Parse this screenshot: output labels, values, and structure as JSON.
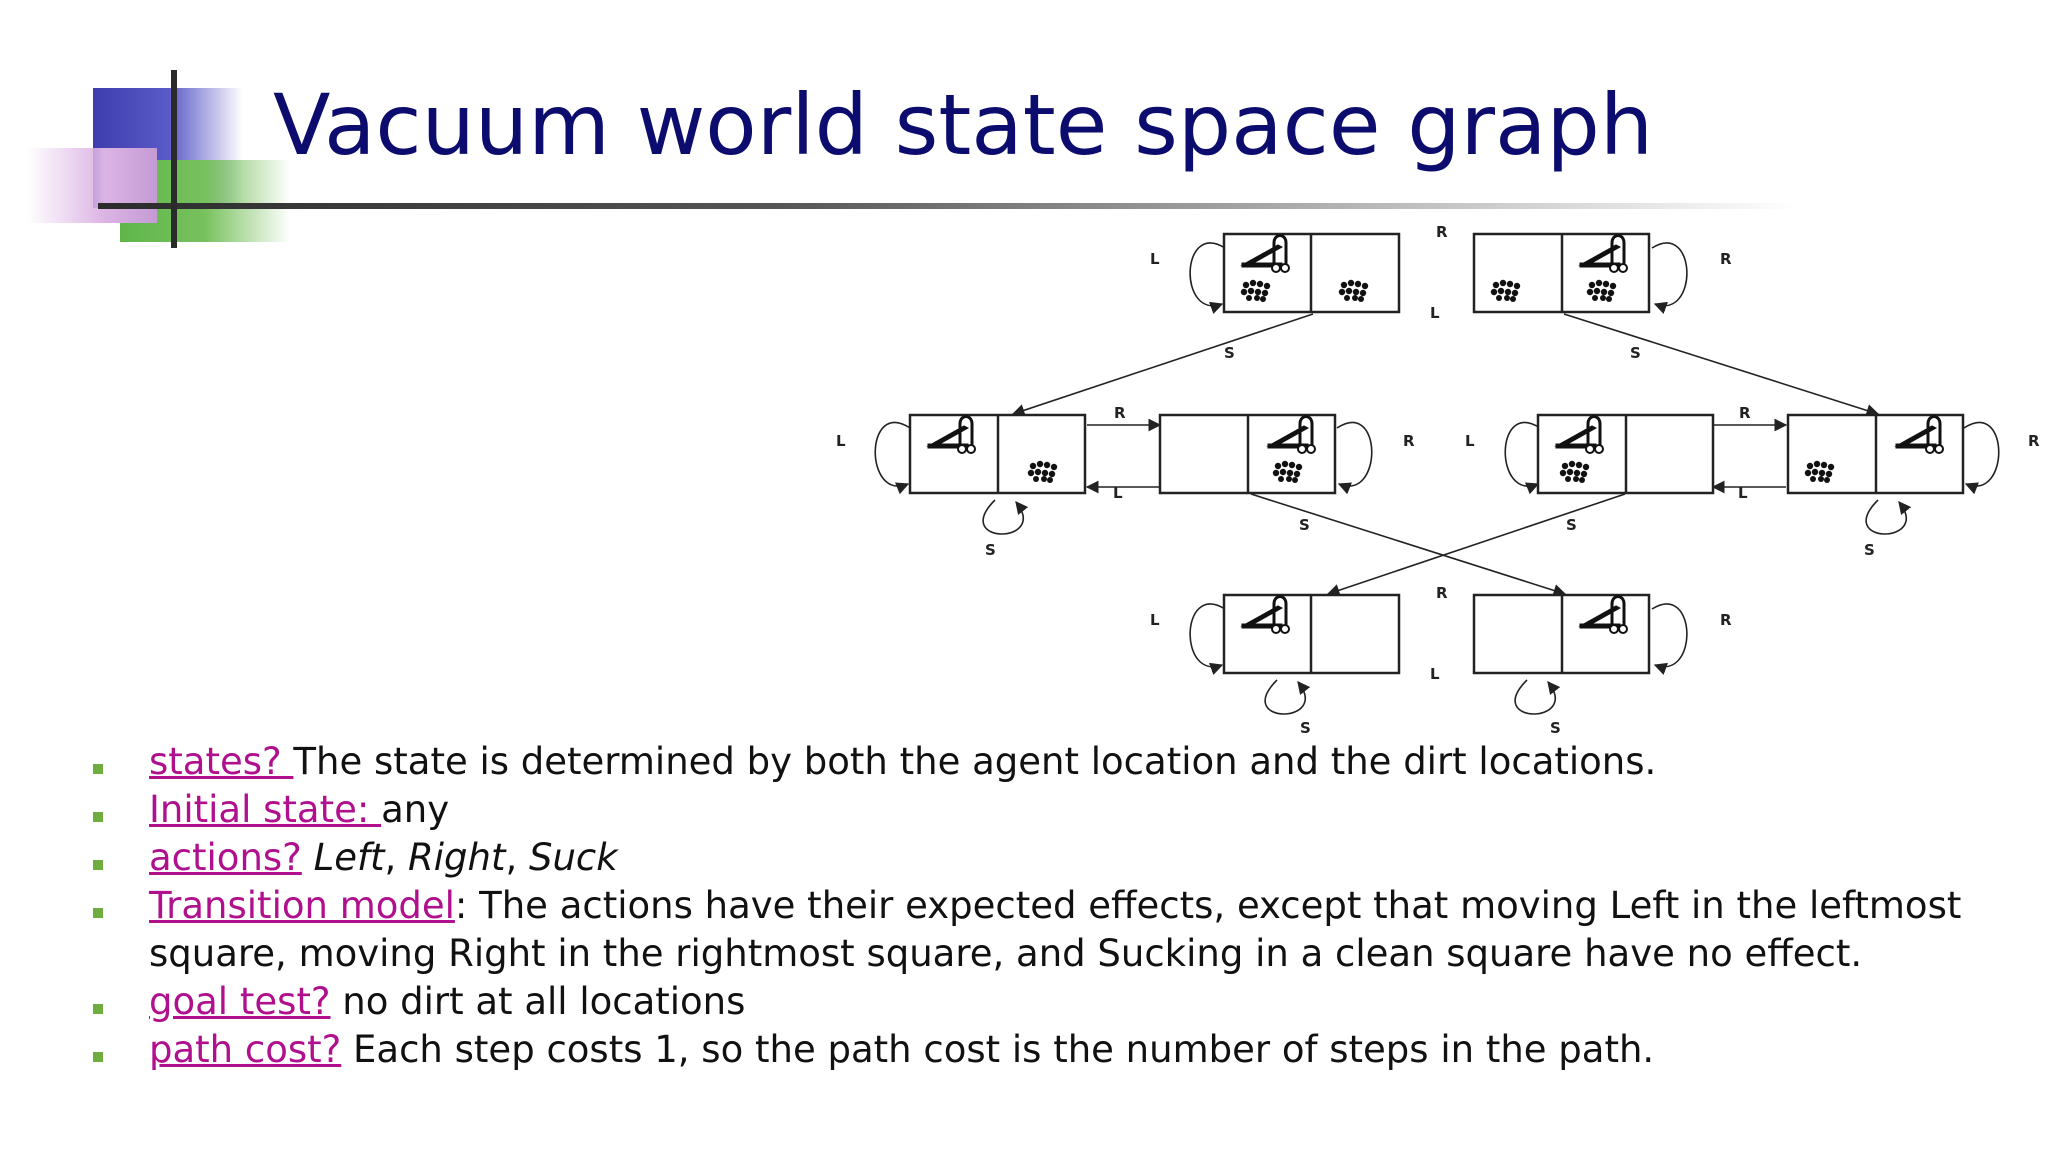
{
  "title": "Vacuum world state space graph",
  "diagram": {
    "labels": {
      "left": "L",
      "right": "R",
      "suck": "S"
    }
  },
  "bullets": [
    {
      "term": "states? ",
      "text": "The state is determined by both the agent location and the dirt locations."
    },
    {
      "term": "Initial state: ",
      "text": "any"
    },
    {
      "term": "actions?",
      "action_1": "Left",
      "action_2": "Right",
      "action_3": "Suck"
    },
    {
      "term": "Transition model",
      "text": ": The actions have their expected effects, except that moving Left in the leftmost square, moving Right in the rightmost square, and Sucking in a clean square have no effect."
    },
    {
      "term": "goal test?",
      "text": " no dirt at all locations"
    },
    {
      "term": "path cost?",
      "text": " Each step costs 1, so the path cost is the number of steps in the path."
    }
  ],
  "colors": {
    "title": "#0c0c6e",
    "term_link": "#b0108e",
    "bullet_marker": "#6fae3e"
  }
}
